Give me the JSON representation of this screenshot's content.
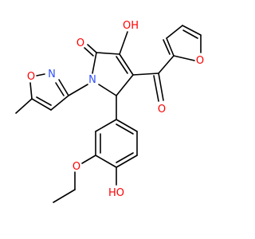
{
  "colors": {
    "bond": "#000000",
    "oxygen": "#ff0000",
    "nitrogen": "#3050f8",
    "background": "#ffffff"
  },
  "labels": {
    "o_carbonyl_ring": "O",
    "oh_top": "OH",
    "o_ketone": "O",
    "o_furan": "O",
    "n_pyrrole": "N",
    "isox_o": "O",
    "isox_n": "N",
    "o_ether": "O",
    "oh_bottom": "HO"
  }
}
